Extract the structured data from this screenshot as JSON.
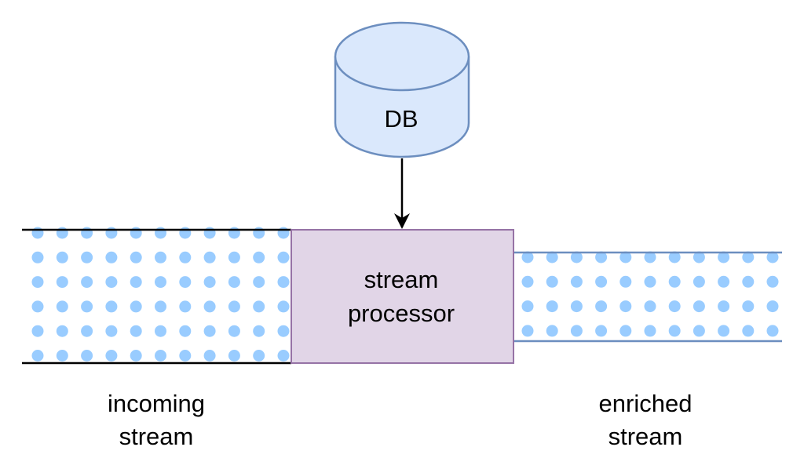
{
  "db": {
    "label": "DB",
    "fill": "#dae8fc",
    "stroke": "#6c8ebf"
  },
  "processor": {
    "line1": "stream",
    "line2": "processor",
    "fill": "#e1d5e7",
    "stroke": "#9673a6"
  },
  "incoming": {
    "line1": "incoming",
    "line2": "stream",
    "border": "#000000"
  },
  "enriched": {
    "line1": "enriched",
    "line2": "stream",
    "border": "#6c8ebf"
  },
  "dot_color": "#99ccff",
  "arrow_color": "#000000"
}
